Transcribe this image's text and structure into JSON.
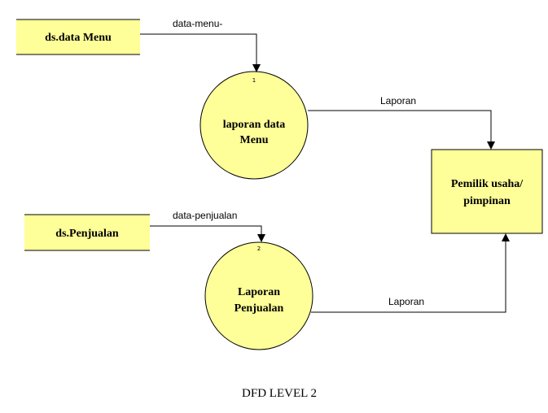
{
  "colors": {
    "fill": "#ffff99",
    "stroke": "#000000"
  },
  "stores": [
    {
      "label": "ds.data Menu"
    },
    {
      "label": "ds.Penjualan"
    }
  ],
  "processes": [
    {
      "number": "1",
      "line1": "laporan data",
      "line2": "Menu"
    },
    {
      "number": "2",
      "line1": "Laporan",
      "line2": "Penjualan"
    }
  ],
  "entity": {
    "line1": "Pemilik usaha/",
    "line2": "pimpinan"
  },
  "flows": [
    {
      "label": "data-menu-"
    },
    {
      "label": "Laporan"
    },
    {
      "label": "data-penjualan"
    },
    {
      "label": "Laporan"
    }
  ],
  "caption": "DFD LEVEL 2"
}
